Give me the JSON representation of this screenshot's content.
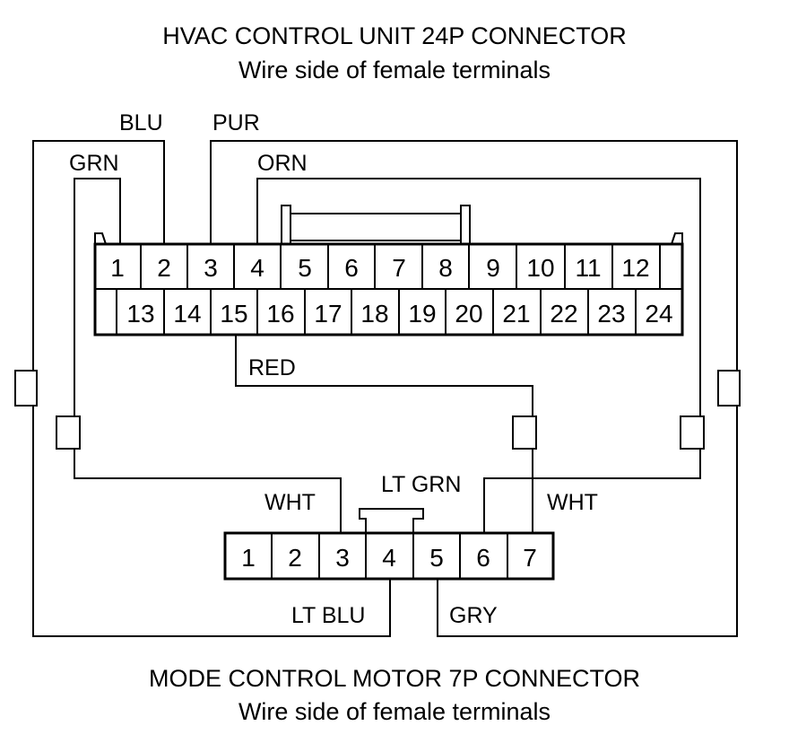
{
  "header": {
    "title": "HVAC CONTROL UNIT 24P CONNECTOR",
    "subtitle": "Wire side of female terminals"
  },
  "footer": {
    "title": "MODE CONTROL MOTOR 7P CONNECTOR",
    "subtitle": "Wire side of female terminals"
  },
  "hvac_connector": {
    "pins_top": [
      "1",
      "2",
      "3",
      "4",
      "5",
      "6",
      "7",
      "8",
      "9",
      "10",
      "11",
      "12"
    ],
    "pins_bottom": [
      "13",
      "14",
      "15",
      "16",
      "17",
      "18",
      "19",
      "20",
      "21",
      "22",
      "23",
      "24"
    ]
  },
  "motor_connector": {
    "pins": [
      "1",
      "2",
      "3",
      "4",
      "5",
      "6",
      "7"
    ]
  },
  "wires": {
    "blu": "BLU",
    "pur": "PUR",
    "grn": "GRN",
    "orn": "ORN",
    "red": "RED",
    "wht_left": "WHT",
    "lt_grn": "LT GRN",
    "wht_right": "WHT",
    "lt_blu": "LT BLU",
    "gry": "GRY"
  }
}
